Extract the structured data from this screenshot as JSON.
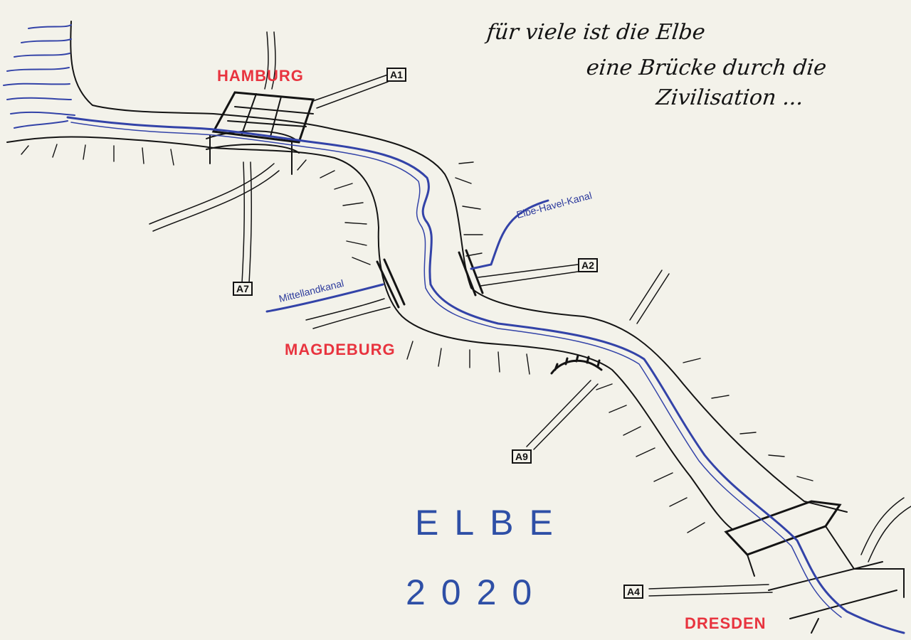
{
  "quote": {
    "line1": "für viele ist die Elbe",
    "line2": "eine Brücke durch die",
    "line3": "Zivilisation ..."
  },
  "cities": {
    "hamburg": "HAMBURG",
    "magdeburg": "MAGDEBURG",
    "dresden": "DRESDEN"
  },
  "roads": {
    "a1": "A1",
    "a7": "A7",
    "a2": "A2",
    "a9": "A9",
    "a4": "A4"
  },
  "canals": {
    "mittelland": "Mittellandkanal",
    "elbe_havel": "Elbe-Havel-Kanal"
  },
  "title": {
    "name": "ELBE",
    "year": "2020"
  },
  "colors": {
    "paper": "#f3f2ea",
    "ink": "#141414",
    "river": "#3343a8",
    "city": "#e8343f",
    "title": "#2e4fa6"
  }
}
